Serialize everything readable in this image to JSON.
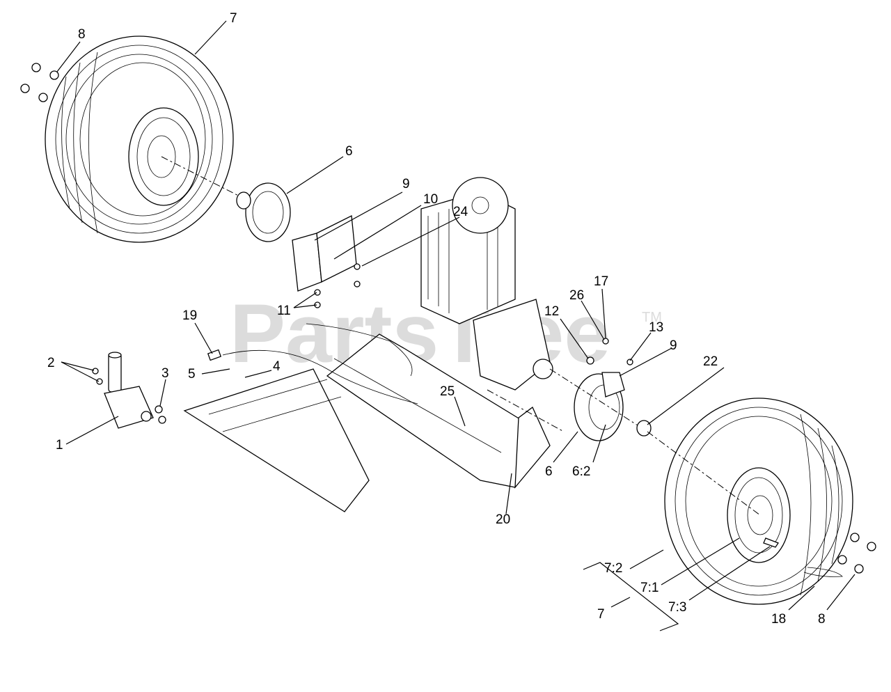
{
  "watermark": {
    "text": "PartsTree",
    "trademark": "TM"
  },
  "callouts": [
    {
      "id": "c7-top",
      "text": "7"
    },
    {
      "id": "c8-top",
      "text": "8"
    },
    {
      "id": "c6-top",
      "text": "6"
    },
    {
      "id": "c9-top",
      "text": "9"
    },
    {
      "id": "c10",
      "text": "10"
    },
    {
      "id": "c24",
      "text": "24"
    },
    {
      "id": "c11",
      "text": "11"
    },
    {
      "id": "c19",
      "text": "19"
    },
    {
      "id": "c2",
      "text": "2"
    },
    {
      "id": "c3",
      "text": "3"
    },
    {
      "id": "c5",
      "text": "5"
    },
    {
      "id": "c4",
      "text": "4"
    },
    {
      "id": "c1",
      "text": "1"
    },
    {
      "id": "c25",
      "text": "25"
    },
    {
      "id": "c20",
      "text": "20"
    },
    {
      "id": "c12",
      "text": "12"
    },
    {
      "id": "c26",
      "text": "26"
    },
    {
      "id": "c17",
      "text": "17"
    },
    {
      "id": "c13",
      "text": "13"
    },
    {
      "id": "c9-right",
      "text": "9"
    },
    {
      "id": "c22",
      "text": "22"
    },
    {
      "id": "c6-right",
      "text": "6"
    },
    {
      "id": "c6-2",
      "text": "6:2"
    },
    {
      "id": "c7-2",
      "text": "7:2"
    },
    {
      "id": "c7-1",
      "text": "7:1"
    },
    {
      "id": "c7-3",
      "text": "7:3"
    },
    {
      "id": "c7-bottom",
      "text": "7"
    },
    {
      "id": "c18",
      "text": "18"
    },
    {
      "id": "c8-bottom",
      "text": "8"
    }
  ]
}
